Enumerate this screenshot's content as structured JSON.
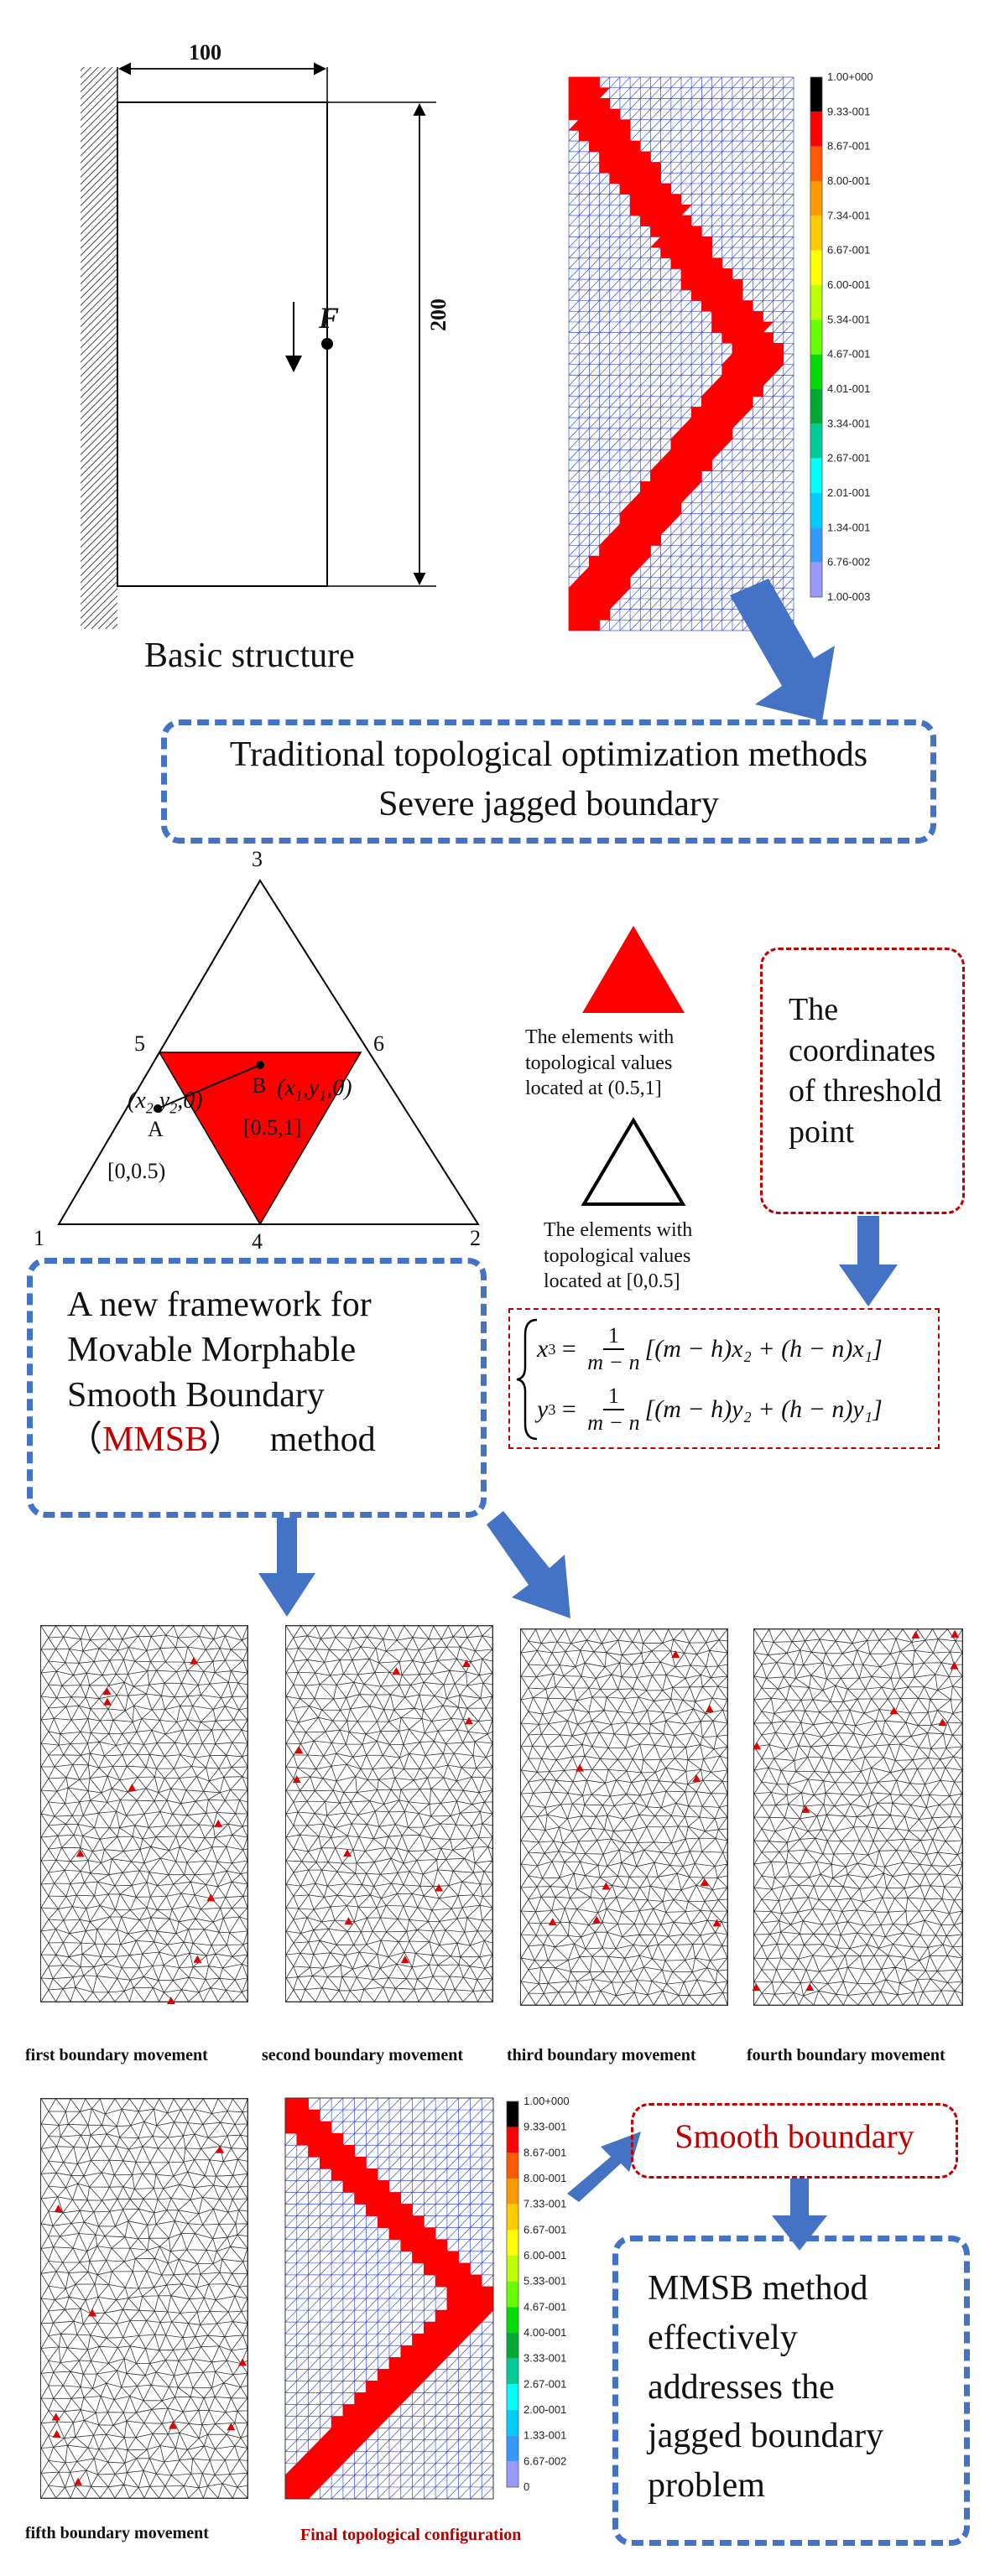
{
  "top": {
    "dim_width": "100",
    "dim_height": "200",
    "force": "F",
    "basic_structure": "Basic structure"
  },
  "legend_top": {
    "labels": [
      "1.00+000",
      "9.33-001",
      "8.67-001",
      "8.00-001",
      "7.34-001",
      "6.67-001",
      "6.00-001",
      "5.34-001",
      "4.67-001",
      "4.01-001",
      "3.34-001",
      "2.67-001",
      "2.01-001",
      "1.34-001",
      "6.76-002",
      "1.00-003"
    ],
    "colors": [
      "#000000",
      "#ff0000",
      "#ff5a00",
      "#ff9900",
      "#ffcc00",
      "#ffff00",
      "#bbff00",
      "#66ff00",
      "#00dd00",
      "#00aa33",
      "#00cc99",
      "#00ffff",
      "#00ccff",
      "#3399ff",
      "#9999ff"
    ]
  },
  "traditional_box": {
    "line1": "Traditional topological optimization methods",
    "line2": "Severe jagged boundary"
  },
  "triangle": {
    "node_labels": [
      "3",
      "5",
      "6",
      "1",
      "4",
      "2"
    ],
    "coord_left": "(x",
    "coord_left_sub1": "2",
    "coord_left_mid": ",y",
    "coord_left_sub2": "2",
    "coord_left_end": ",0)",
    "coord_right": "(x",
    "coord_right_sub1": "1",
    "coord_right_mid": ",y",
    "coord_right_sub2": "1",
    "coord_right_end": ",0)",
    "point_a": "A",
    "point_b": "B",
    "range_a": "[0,0.5)",
    "range_b": "[0.5,1]"
  },
  "legend_elements": {
    "red_text": [
      "The elements with",
      "topological values",
      "located at (0.5,1]"
    ],
    "white_text": [
      "The elements with",
      "topological values",
      "located at [0,0.5]"
    ]
  },
  "threshold_box": {
    "lines": [
      "The",
      "coordinates",
      "of threshold",
      "point"
    ]
  },
  "mmsb_box": {
    "line1": "A new framework for",
    "line2": "Movable Morphable",
    "line3": "Smooth Boundary",
    "open_paren": "（",
    "mmsb": "MMSB",
    "close_paren": "）",
    "method": "   method"
  },
  "formula": {
    "x_lhs": "x",
    "x_sub": "3",
    "y_lhs": "y",
    "y_sub": "3",
    "eq": " = ",
    "num": "1",
    "den": "m − n",
    "x_rhs": "[(m − h)x₂ + (h − n)x₁]",
    "y_rhs": "[(m − h)y₂ + (h − n)y₁]"
  },
  "mesh_captions": [
    "first boundary movement",
    "second boundary movement",
    "third boundary movement",
    "fourth boundary movement",
    "fifth boundary movement",
    "Final topological configuration"
  ],
  "legend_bottom": {
    "labels": [
      "1.00+000",
      "9.33-001",
      "8.67-001",
      "8.00-001",
      "7.33-001",
      "6.67-001",
      "6.00-001",
      "5.33-001",
      "4.67-001",
      "4.00-001",
      "3.33-001",
      "2.67-001",
      "2.00-001",
      "1.33-001",
      "6.67-002",
      "0"
    ]
  },
  "smooth_box": {
    "text": "Smooth boundary"
  },
  "conclusion_box": {
    "lines": [
      "MMSB method",
      "effectively",
      "addresses the",
      "jagged boundary",
      "problem"
    ]
  }
}
